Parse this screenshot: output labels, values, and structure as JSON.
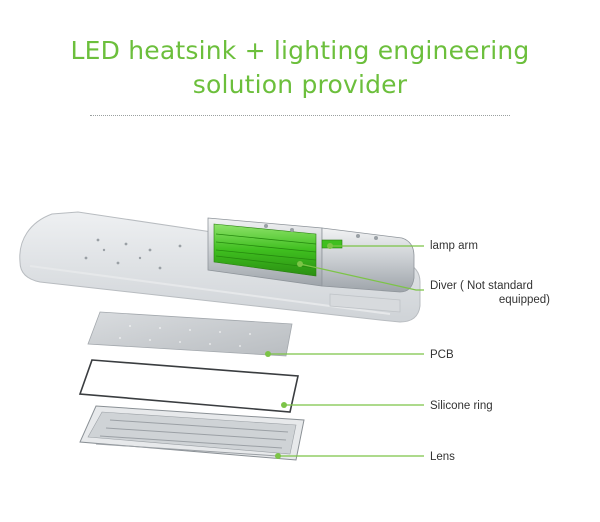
{
  "title": {
    "line1": "LED heatsink + lighting engineering",
    "line2": "solution provider"
  },
  "labels": {
    "lamp_arm": "lamp arm",
    "driver_line1": "Diver ( Not standard",
    "driver_line2": "equipped)",
    "pcb": "PCB",
    "silicone_ring": "Silicone ring",
    "lens": "Lens"
  },
  "colors": {
    "accent": "#6cbf3c",
    "driver_green": "#3fbf1f",
    "leader_line": "#7cc447"
  }
}
